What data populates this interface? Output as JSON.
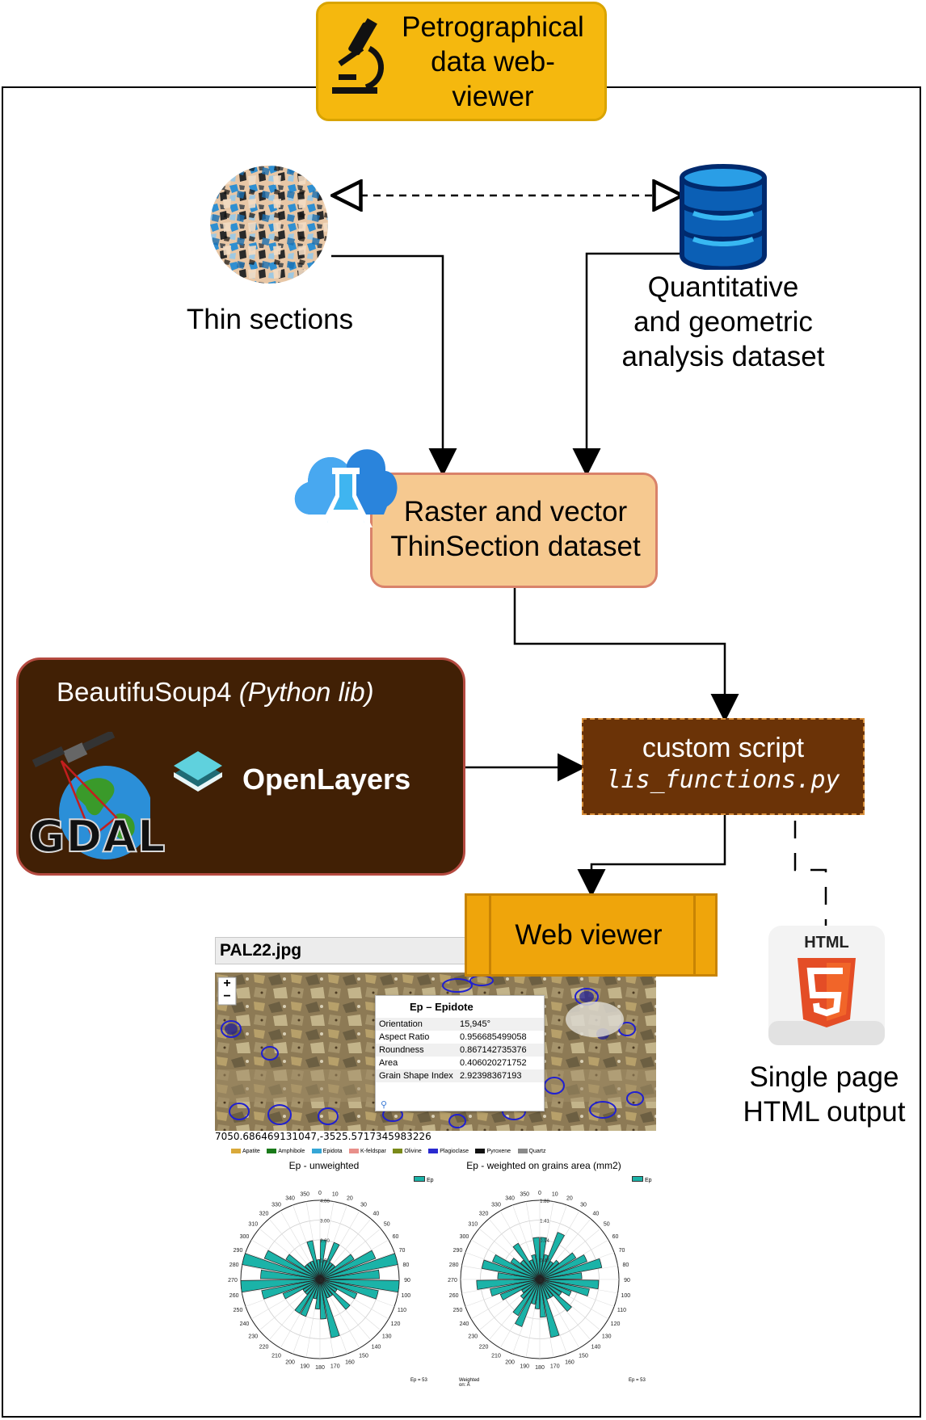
{
  "title": {
    "line1": "Petrographical",
    "line2": "data web-",
    "line3": "viewer"
  },
  "nodes": {
    "thin_sections": "Thin sections",
    "dataset_line1": "Quantitative",
    "dataset_line2": "and geometric",
    "dataset_line3": "analysis dataset",
    "raster_line1": "Raster and vector",
    "raster_line2": "ThinSection dataset",
    "lib_title": "BeautifuSoup4 ",
    "lib_title_italic": "(Python lib)",
    "openlayers": "OpenLayers",
    "gdal": "GDAL",
    "script_line1": "custom script",
    "script_line2": "lis_functions.py",
    "web_viewer": "Web viewer",
    "html_badge": "HTML",
    "html_output_line1": "Single page",
    "html_output_line2": "HTML output"
  },
  "screenshot": {
    "file_title": "PAL22.jpg",
    "zoom_in": "+",
    "zoom_out": "−",
    "popup": {
      "title": "Ep – Epidote",
      "rows": [
        {
          "label": "Orientation",
          "value": "15,945°"
        },
        {
          "label": "Aspect Ratio",
          "value": "0.956685499058"
        },
        {
          "label": "Roundness",
          "value": "0.867142735376"
        },
        {
          "label": "Area",
          "value": "0.406020271752"
        },
        {
          "label": "Grain Shape Index",
          "value": "2.92398367193"
        }
      ]
    },
    "coordinates": "7050.686469131047,-3525.5717345983226",
    "legend": [
      {
        "name": "Apatite",
        "color": "#d9a93a"
      },
      {
        "name": "Amphibole",
        "color": "#1a7a1a"
      },
      {
        "name": "Epidota",
        "color": "#35a6d6"
      },
      {
        "name": "K-feldspar",
        "color": "#e8908a"
      },
      {
        "name": "Olivine",
        "color": "#7a8a1a"
      },
      {
        "name": "Plagioclase",
        "color": "#2a2ad0"
      },
      {
        "name": "Pyroxene",
        "color": "#111111"
      },
      {
        "name": "Quartz",
        "color": "#8a8a8a"
      }
    ],
    "rose_unweighted_title": "Ep - unweighted",
    "rose_weighted_title": "Ep - weighted on grains area (mm2)",
    "rose_legend": "Ep",
    "rose_footer_right": "Ep = 53",
    "rose_footer_left_weighted": "Weighted on: A"
  },
  "chart_data": [
    {
      "type": "polar-bar",
      "title": "Ep - unweighted",
      "theta_ticks": [
        "0",
        "10",
        "20",
        "30",
        "40",
        "50",
        "60",
        "70",
        "80",
        "90",
        "100",
        "110",
        "120",
        "130",
        "140",
        "150",
        "160",
        "170",
        "180",
        "190",
        "200",
        "210",
        "220",
        "230",
        "240",
        "250",
        "260",
        "270",
        "280",
        "290",
        "300",
        "310",
        "320",
        "330",
        "340",
        "350"
      ],
      "r_ticks": [
        "0.00",
        "1.00",
        "2.00",
        "3.00",
        "4.00"
      ],
      "bins_deg": [
        0,
        10,
        20,
        30,
        40,
        50,
        60,
        70,
        80,
        90,
        100,
        110,
        120,
        130,
        140,
        150,
        160,
        170,
        180,
        190,
        200,
        210,
        220,
        230,
        240,
        250,
        260,
        270,
        280,
        290,
        300,
        310,
        320,
        330,
        340,
        350
      ],
      "values": [
        2.0,
        1.0,
        2.0,
        1.0,
        1.0,
        2.0,
        3.0,
        4.0,
        3.0,
        4.0,
        3.0,
        2.0,
        1.0,
        2.0,
        1.0,
        1.0,
        3.0,
        2.0,
        1.5,
        1.0,
        2.0,
        2.0,
        1.0,
        1.0,
        2.0,
        3.0,
        4.0,
        3.0,
        4.0,
        3.0,
        2.0,
        1.0,
        1.0,
        1.0,
        2.0,
        1.0
      ],
      "series_color": "#1bb3a8",
      "legend": "Ep"
    },
    {
      "type": "polar-bar",
      "title": "Ep - weighted on grains area (mm2)",
      "theta_ticks": [
        "0",
        "10",
        "20",
        "30",
        "40",
        "50",
        "60",
        "70",
        "80",
        "90",
        "100",
        "110",
        "120",
        "130",
        "140",
        "150",
        "160",
        "170",
        "180",
        "190",
        "200",
        "210",
        "220",
        "230",
        "240",
        "250",
        "260",
        "270",
        "280",
        "290",
        "300",
        "310",
        "320",
        "330",
        "340",
        "350"
      ],
      "r_ticks": [
        "0.00",
        "0.47",
        "0.94",
        "1.41",
        "1.88"
      ],
      "bins_deg": [
        0,
        10,
        20,
        30,
        40,
        50,
        60,
        70,
        80,
        90,
        100,
        110,
        120,
        130,
        140,
        150,
        160,
        170,
        180,
        190,
        200,
        210,
        220,
        230,
        240,
        250,
        260,
        270,
        280,
        290,
        300,
        310,
        320,
        330,
        340,
        350
      ],
      "values": [
        1.0,
        0.6,
        1.2,
        0.5,
        0.6,
        1.0,
        1.2,
        1.5,
        1.0,
        1.4,
        1.2,
        0.8,
        0.6,
        1.0,
        0.5,
        0.5,
        1.4,
        0.9,
        0.7,
        0.6,
        1.2,
        1.0,
        0.6,
        0.5,
        1.0,
        1.2,
        1.5,
        1.0,
        1.4,
        1.2,
        0.8,
        0.6,
        1.0,
        0.5,
        0.6,
        1.0
      ],
      "series_color": "#1bb3a8",
      "legend": "Ep"
    }
  ]
}
